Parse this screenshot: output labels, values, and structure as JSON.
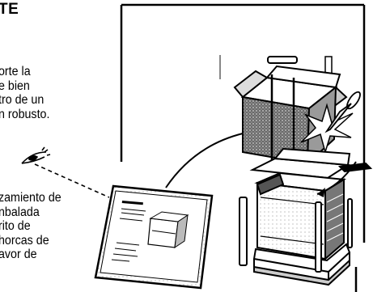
{
  "heading": "TE",
  "paragraph_1": {
    "lines": [
      "orte la",
      "e bien",
      "tro de un",
      "n robusto."
    ]
  },
  "paragraph_2": {
    "lines": [
      "zamiento de",
      "nbalada",
      "rito de",
      "horcas de",
      "avor de"
    ]
  },
  "illustration": {
    "icons": [
      "eye-icon",
      "manual-booklet",
      "carton-box",
      "ice-machine",
      "cutter-icon",
      "shipping-pallet",
      "corner-posts"
    ],
    "colors": {
      "ink": "#000000",
      "paper": "#ffffff",
      "shade": "#555555"
    }
  }
}
